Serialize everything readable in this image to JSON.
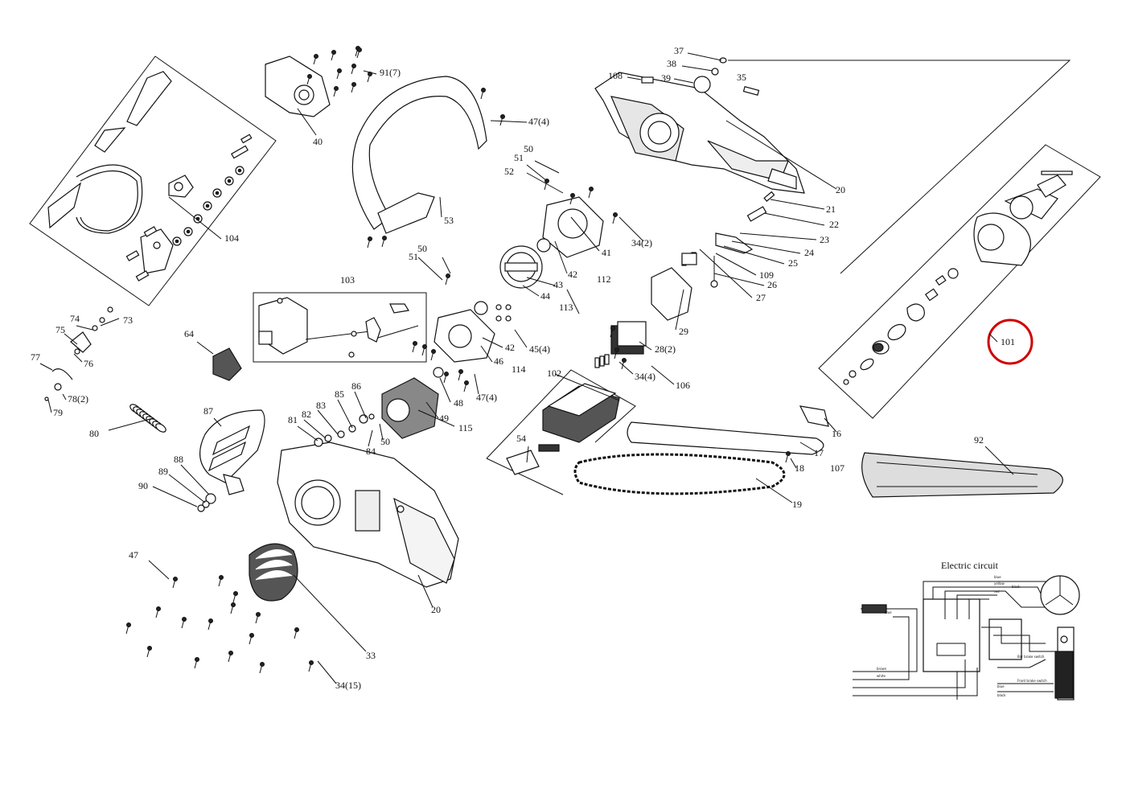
{
  "diagram": {
    "labels": [
      "37",
      "38",
      "39",
      "108",
      "35",
      "91(7)",
      "47(4)",
      "40",
      "50",
      "51",
      "52",
      "20",
      "21",
      "22",
      "23",
      "24",
      "25",
      "109",
      "26",
      "27",
      "41",
      "34(2)",
      "42",
      "112",
      "44",
      "43",
      "113",
      "103",
      "53",
      "104",
      "50",
      "51",
      "29",
      "28(2)",
      "34(4)",
      "106",
      "101",
      "74",
      "73",
      "75",
      "76",
      "77",
      "78(2)",
      "79",
      "64",
      "42",
      "46",
      "114",
      "45(4)",
      "102",
      "47(4)",
      "48",
      "49",
      "115",
      "86",
      "85",
      "83",
      "82",
      "81",
      "84",
      "50",
      "87",
      "80",
      "88",
      "89",
      "90",
      "54",
      "16",
      "17",
      "107",
      "18",
      "19",
      "92",
      "20",
      "47",
      "33",
      "34(15)"
    ],
    "highlighted_label": "101",
    "circuit_title": "Electric circuit",
    "circuit_wire_labels": [
      "blue",
      "yellow",
      "red",
      "blue",
      "black",
      "brown",
      "white",
      "Bar brake switch",
      "Front brake switch",
      "blue",
      "black"
    ]
  }
}
